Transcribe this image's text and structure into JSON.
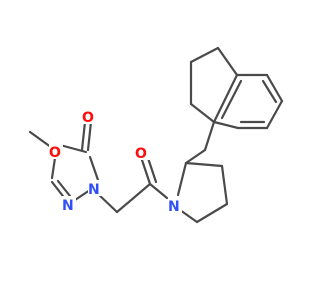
{
  "molecule": {
    "atoms": [
      {
        "id": "O1",
        "symbol": "O",
        "color": "#ff0d0d"
      },
      {
        "id": "N1",
        "symbol": "N",
        "color": "#3050f8"
      },
      {
        "id": "N2",
        "symbol": "N",
        "color": "#3050f8"
      },
      {
        "id": "N3",
        "symbol": "N",
        "color": "#3050f8"
      },
      {
        "id": "O2",
        "symbol": "O",
        "color": "#ff0d0d"
      },
      {
        "id": "N4",
        "symbol": "N",
        "color": "#3050f8"
      }
    ],
    "bond_color": "#4a4a4a"
  }
}
